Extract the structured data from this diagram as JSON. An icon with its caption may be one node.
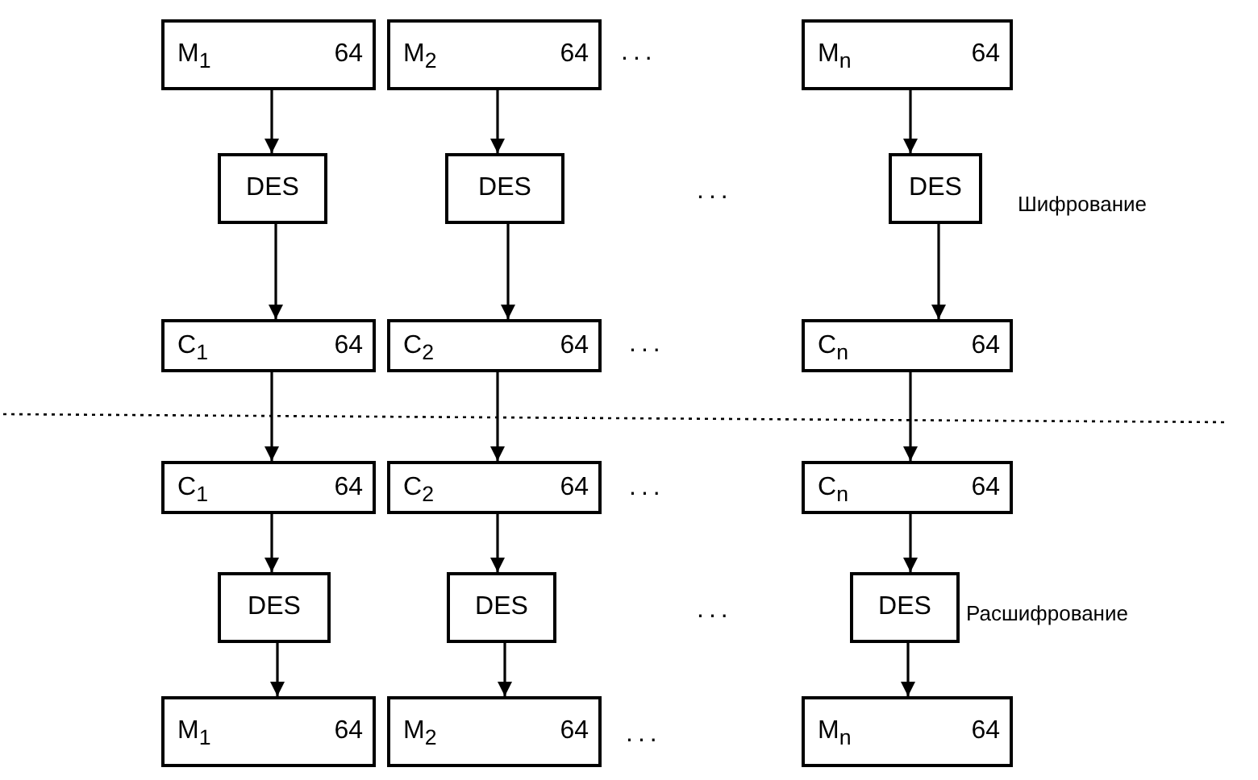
{
  "diagram": {
    "nodes": [
      {
        "text": [
          "M$_{1}$",
          "64"
        ]
      },
      {
        "text": [
          "M$_{2}$",
          "64"
        ]
      },
      {
        "text": [
          "M$_{n}$",
          "64"
        ]
      },
      {
        "text": [
          "DES"
        ]
      },
      {
        "text": [
          "DES"
        ]
      },
      {
        "text": [
          "DES"
        ]
      },
      {
        "text": [
          "C$_{1}$",
          "64"
        ]
      },
      {
        "text": [
          "C$_{2}$",
          "64"
        ]
      },
      {
        "text": [
          "C$_{n}$",
          "64"
        ]
      },
      {
        "text": [
          "C$_{1}$",
          "64"
        ]
      },
      {
        "text": [
          "C$_{2}$",
          "64"
        ]
      },
      {
        "text": [
          "C$_{n}$",
          "64"
        ]
      },
      {
        "text": [
          "DES"
        ]
      },
      {
        "text": [
          "DES"
        ]
      },
      {
        "text": [
          "DES"
        ]
      },
      {
        "text": [
          "M$_{1}$",
          "64"
        ]
      },
      {
        "text": [
          "M$_{2}$",
          "64"
        ]
      },
      {
        "text": [
          "M$_{n}$",
          "64"
        ]
      }
    ],
    "edges": [
      {
        "from": 0,
        "to": 3,
        "arrow": "to"
      },
      {
        "from": 3,
        "to": 6,
        "arrow": "to"
      },
      {
        "from": 6,
        "to": 9,
        "arrow": "to"
      },
      {
        "from": 9,
        "to": 12,
        "arrow": "to"
      },
      {
        "from": 12,
        "to": 15,
        "arrow": "to"
      },
      {
        "from": 1,
        "to": 4,
        "arrow": "to"
      },
      {
        "from": 4,
        "to": 7,
        "arrow": "to"
      },
      {
        "from": 7,
        "to": 10,
        "arrow": "to"
      },
      {
        "from": 10,
        "to": 13,
        "arrow": "to"
      },
      {
        "from": 13,
        "to": 16,
        "arrow": "to"
      },
      {
        "from": 2,
        "to": 5,
        "arrow": "to"
      },
      {
        "from": 5,
        "to": 8,
        "arrow": "to"
      },
      {
        "from": 8,
        "to": 11,
        "arrow": "to"
      },
      {
        "from": 11,
        "to": 14,
        "arrow": "to"
      },
      {
        "from": 14,
        "to": 17,
        "arrow": "to"
      }
    ],
    "labels": [
      "...",
      "...",
      "Шифрование",
      "...",
      "...",
      "...",
      "Расшифрование",
      "..."
    ]
  }
}
